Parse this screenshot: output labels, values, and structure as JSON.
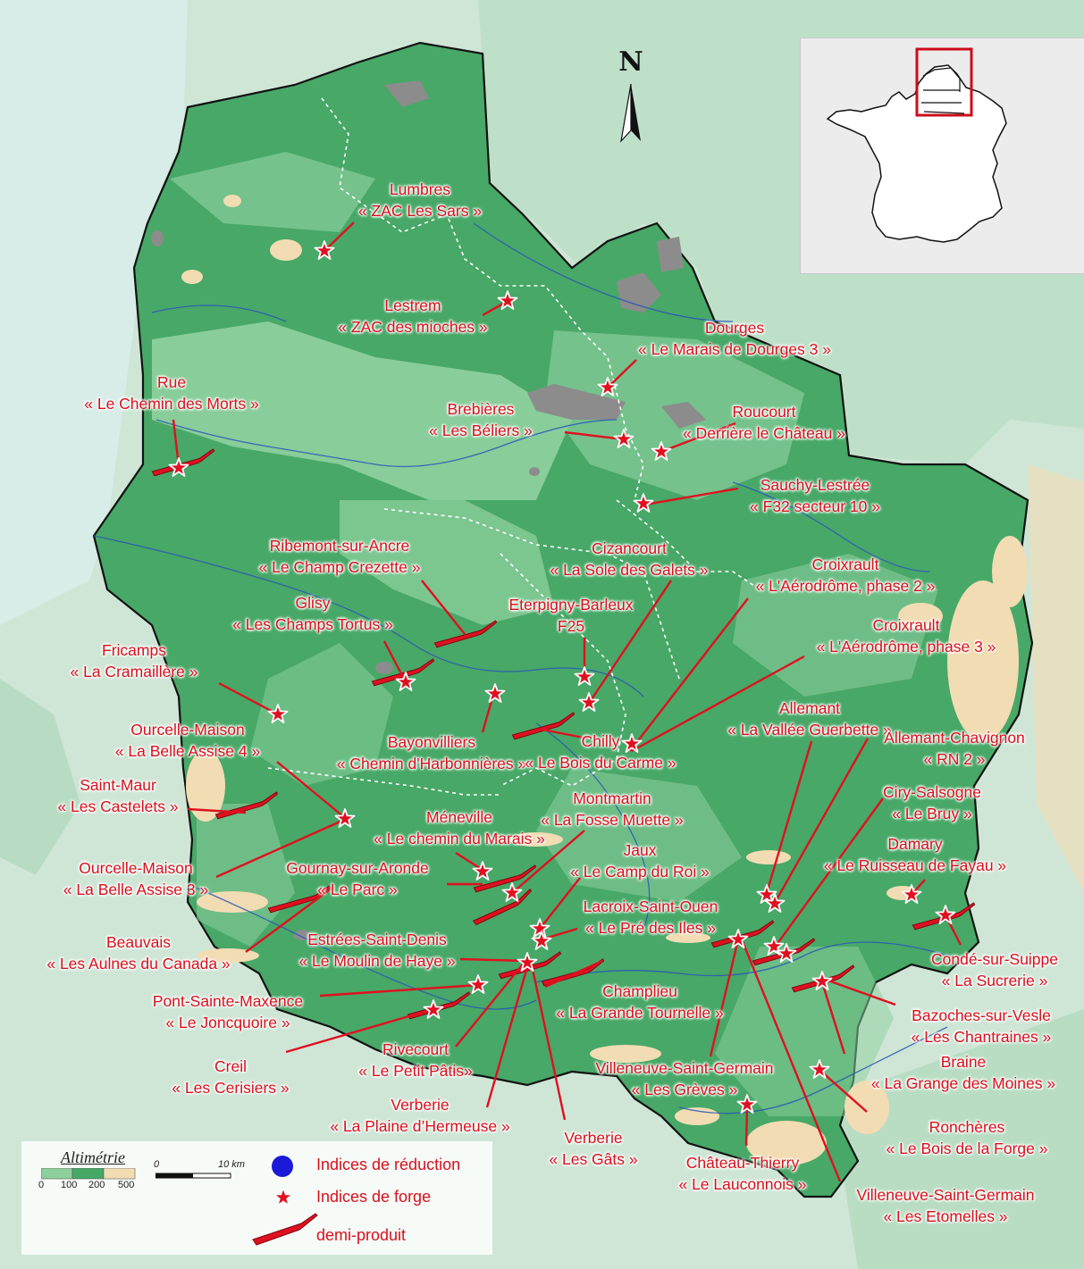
{
  "north_label": "N",
  "legend": {
    "altimetrie_title": "Altimétrie",
    "altitude_ticks": [
      "0",
      "100",
      "200",
      "500"
    ],
    "altitude_colors": [
      "#8fcf9c",
      "#45a865",
      "#f2dcb3"
    ],
    "scale_start": "0",
    "scale_end": "10 km",
    "reduction_label": "Indices de réduction",
    "forge_label": "Indices de forge",
    "demiproduit_label": "demi-produit"
  },
  "colors": {
    "region_fill": "#48a867",
    "lowland": "#8dcf9e",
    "highland": "#f2dcb3",
    "outside": "#cfe6d6",
    "sea": "#d6ebe6",
    "urban": "#8c8c8c",
    "marker_red": "#e01020",
    "river": "#2a57b8"
  },
  "sites": [
    {
      "name": "Lumbres",
      "locality": "« ZAC Les Sars »"
    },
    {
      "name": "Lestrem",
      "locality": "« ZAC des mioches »"
    },
    {
      "name": "Dourges",
      "locality": "« Le Marais de Dourges 3 »"
    },
    {
      "name": "Rue",
      "locality": "« Le Chemin des Morts »"
    },
    {
      "name": "Brebières",
      "locality": "« Les Béliers »"
    },
    {
      "name": "Roucourt",
      "locality": "« Derrière le Château »"
    },
    {
      "name": "Sauchy-Lestrée",
      "locality": "« F32 secteur 10 »"
    },
    {
      "name": "Ribemont-sur-Ancre",
      "locality": "« Le Champ Crezette »"
    },
    {
      "name": "Cizancourt",
      "locality": "« La Sole des Galets »"
    },
    {
      "name": "Croixrault",
      "locality": "« L'Aérodrôme, phase 2 »"
    },
    {
      "name": "Glisy",
      "locality": "« Les Champs Tortus »"
    },
    {
      "name": "Eterpigny-Barleux",
      "locality": "F25"
    },
    {
      "name": "Croixrault",
      "locality": "« L'Aérodrôme, phase 3 »"
    },
    {
      "name": "Fricamps",
      "locality": "« La Cramaillère »"
    },
    {
      "name": "Allemant",
      "locality": "« La Vallée Guerbette »"
    },
    {
      "name": "Ourcelle-Maison",
      "locality": "« La Belle Assise 4 »"
    },
    {
      "name": "Allemant-Chavignon",
      "locality": "« RN 2 »"
    },
    {
      "name": "Bayonvilliers",
      "locality": "« Chemin d'Harbonnières »"
    },
    {
      "name": "Chilly",
      "locality": "« Le Bois du Carme »"
    },
    {
      "name": "Saint-Maur",
      "locality": "« Les Castelets »"
    },
    {
      "name": "Ciry-Salsogne",
      "locality": "« Le Bruy »"
    },
    {
      "name": "Montmartin",
      "locality": "« La Fosse Muette »"
    },
    {
      "name": "Méneville",
      "locality": "« Le chemin du Marais »"
    },
    {
      "name": "Damary",
      "locality": "« Le Ruisseau de Fayau »"
    },
    {
      "name": "Jaux",
      "locality": "« Le Camp du Roi »"
    },
    {
      "name": "Ourcelle-Maison",
      "locality": "« La Belle Assise 3 »"
    },
    {
      "name": "Gournay-sur-Aronde",
      "locality": "« Le Parc »"
    },
    {
      "name": "Lacroix-Saint-Ouen",
      "locality": "« Le Pré des Iles »"
    },
    {
      "name": "Beauvais",
      "locality": "« Les Aulnes du Canada »"
    },
    {
      "name": "Estrées-Saint-Denis",
      "locality": "« Le Moulin de Haye »"
    },
    {
      "name": "Condé-sur-Suippe",
      "locality": "« La Sucrerie »"
    },
    {
      "name": "Pont-Sainte-Maxence",
      "locality": "« Le Joncquoire »"
    },
    {
      "name": "Champlieu",
      "locality": "« La Grande Tournelle »"
    },
    {
      "name": "Bazoches-sur-Vesle",
      "locality": "« Les Chantraines »"
    },
    {
      "name": "Rivecourt",
      "locality": "« Le Petit Pâtis»"
    },
    {
      "name": "Creil",
      "locality": "« Les Cerisiers »"
    },
    {
      "name": "Braine",
      "locality": "« La Grange des Moines »"
    },
    {
      "name": "Villeneuve-Saint-Germain",
      "locality": "« Les Grèves »"
    },
    {
      "name": "Verberie",
      "locality": "« La Plaine d’Hermeuse »"
    },
    {
      "name": "Ronchères",
      "locality": "« Le Bois de la Forge »"
    },
    {
      "name": "Verberie",
      "locality": "« Les Gâts »"
    },
    {
      "name": "Château-Thierry",
      "locality": "« Le Lauconnois »"
    },
    {
      "name": "Villeneuve-Saint-Germain",
      "locality": "« Les Etomelles »"
    }
  ]
}
